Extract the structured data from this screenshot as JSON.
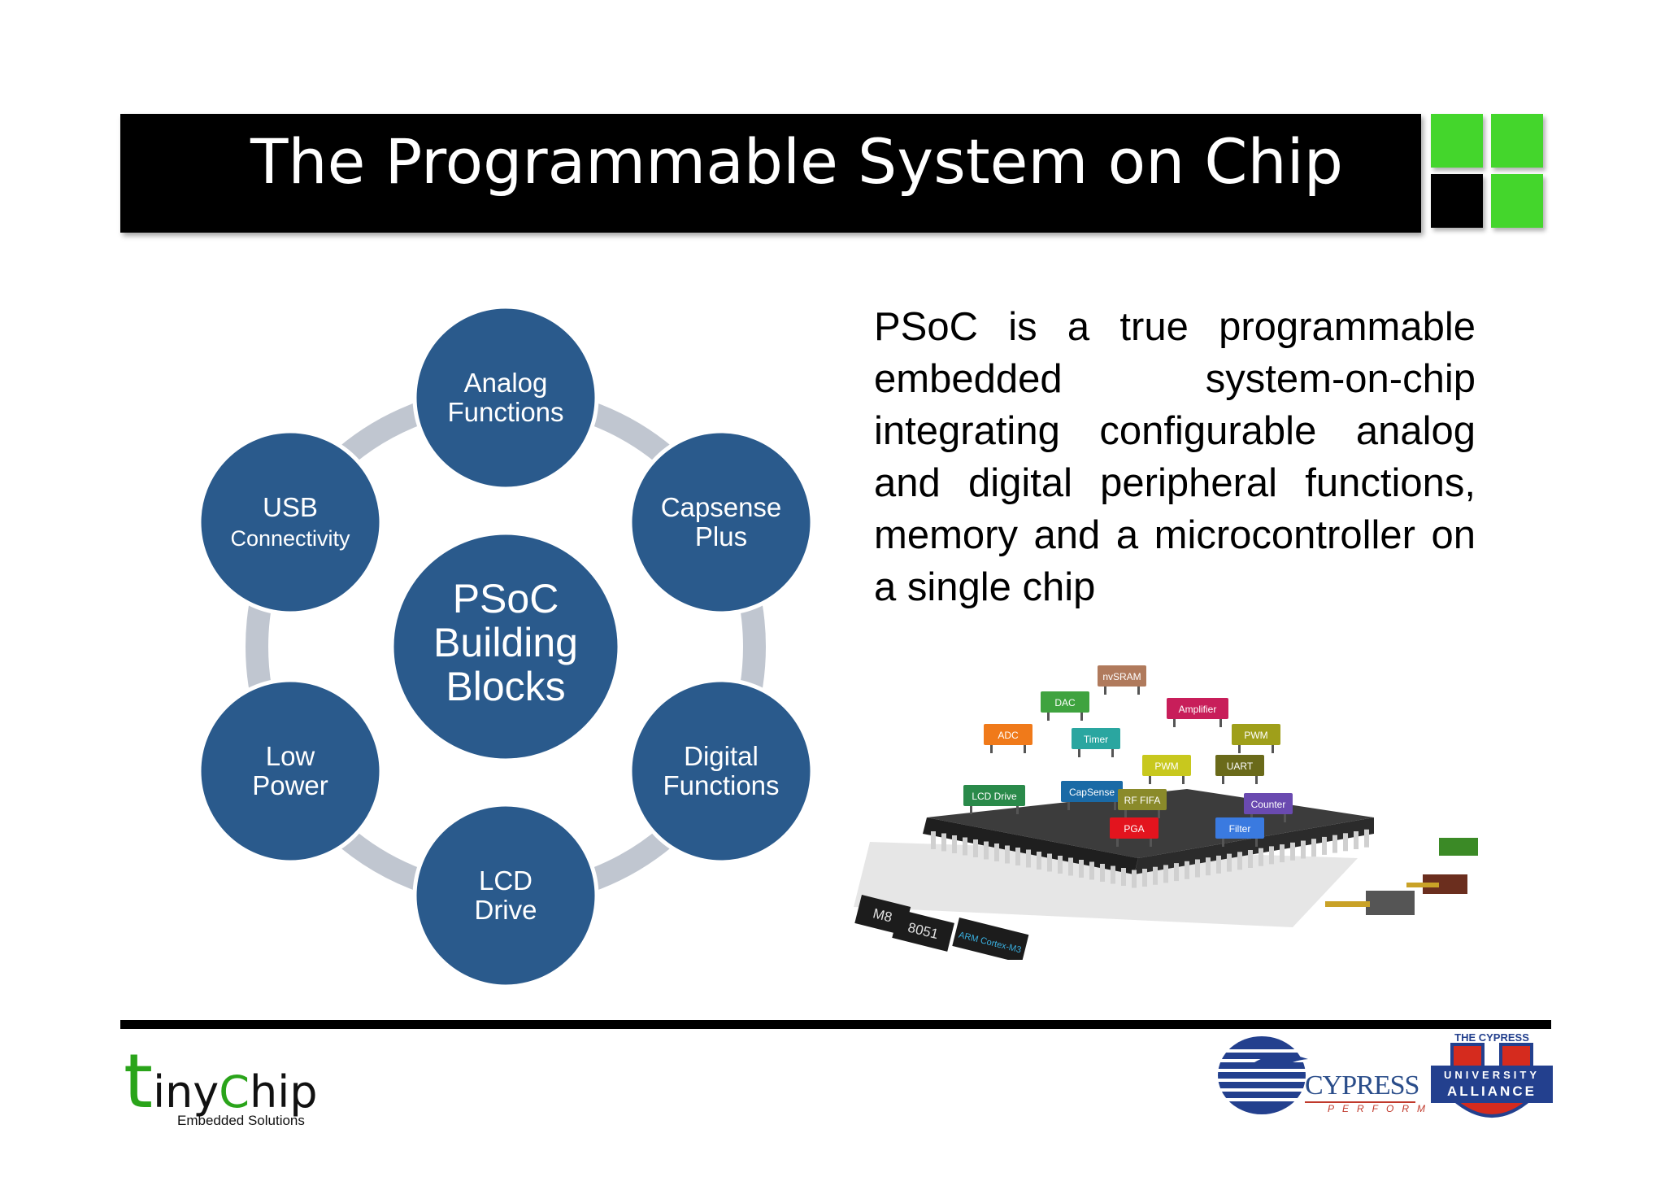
{
  "slide": {
    "title": "The Programmable System on Chip",
    "body": "PSoC is a true programmable embedded system-on-chip integrating configurable analog and digital peripheral functions, memory and a microcontroller on a single chip"
  },
  "diagram": {
    "center": [
      "PSoC",
      "Building",
      "Blocks"
    ],
    "nodes": [
      {
        "lines": [
          "Analog",
          "Functions"
        ]
      },
      {
        "lines": [
          "Capsense",
          "Plus"
        ]
      },
      {
        "lines": [
          "Digital",
          "Functions"
        ]
      },
      {
        "lines": [
          "LCD",
          "Drive"
        ]
      },
      {
        "lines": [
          "Low",
          "Power"
        ]
      },
      {
        "lines": [
          "USB",
          "Connectivity"
        ]
      }
    ]
  },
  "illustration": {
    "modules": [
      "nvSRAM",
      "DAC",
      "Amplifier",
      "ADC",
      "Timer",
      "PWM",
      "PWM",
      "UART",
      "LCD Drive",
      "CapSense",
      "RF FIFA",
      "Counter",
      "PGA",
      "Filter"
    ],
    "cards": [
      "M8",
      "8051",
      "ARM Cortex-M3"
    ]
  },
  "footer": {
    "tinychip": {
      "t": "t",
      "iny": "iny",
      "c": "C",
      "hip": "hip",
      "tagline": "Embedded Solutions"
    },
    "cypress": {
      "word": "CYPRESS",
      "tagline": "PERFORM"
    },
    "alliance": {
      "top": "THE CYPRESS",
      "line1": "UNIVERSITY",
      "line2": "ALLIANCE"
    }
  },
  "colors": {
    "node_fill": "#2a5a8c",
    "ring": "#c0c6d0",
    "accent_green": "#44d62c"
  }
}
